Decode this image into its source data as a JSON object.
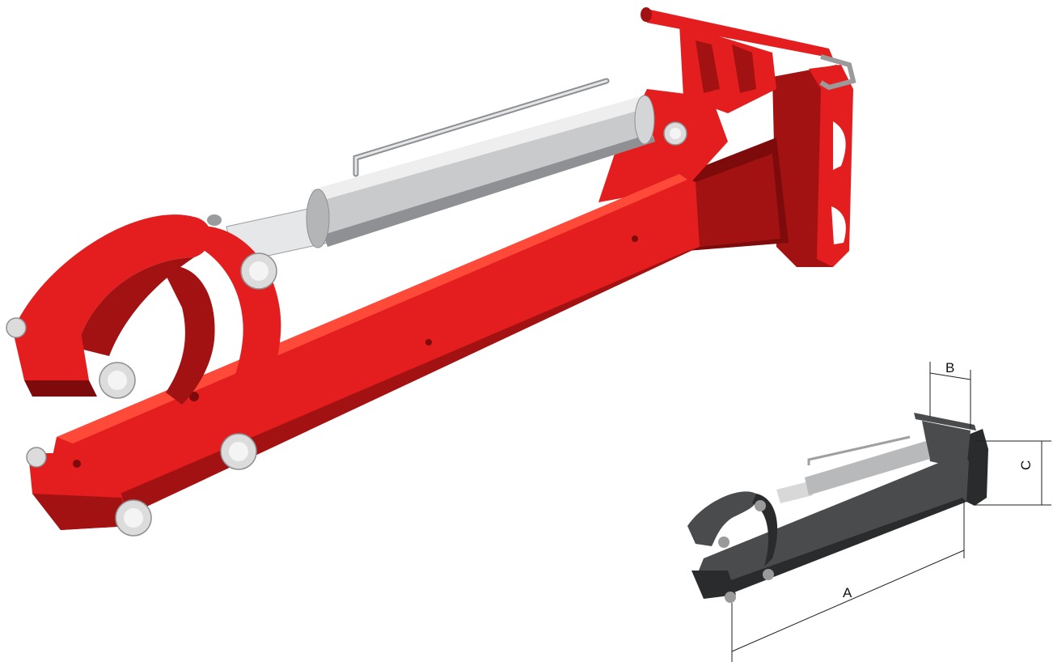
{
  "colors": {
    "boom_red": "#e41e1e",
    "boom_red_dark": "#a31212",
    "boom_red_shadow": "#7d0b0b",
    "cylinder_grey": "#c9cacc",
    "cylinder_grey_dark": "#8e9093",
    "rod_silver": "#e6e7e8",
    "mini_grey": "#4a4b4d",
    "mini_grey_dark": "#2a2b2c",
    "bolt": "#dcdcdc"
  },
  "icons": {
    "main_arm": "hydraulic-boom-arm-illustration",
    "mini_arm": "hydraulic-boom-arm-dimension-illustration"
  },
  "dimensions": {
    "a_label": "A",
    "b_label": "B",
    "c_label": "C"
  }
}
